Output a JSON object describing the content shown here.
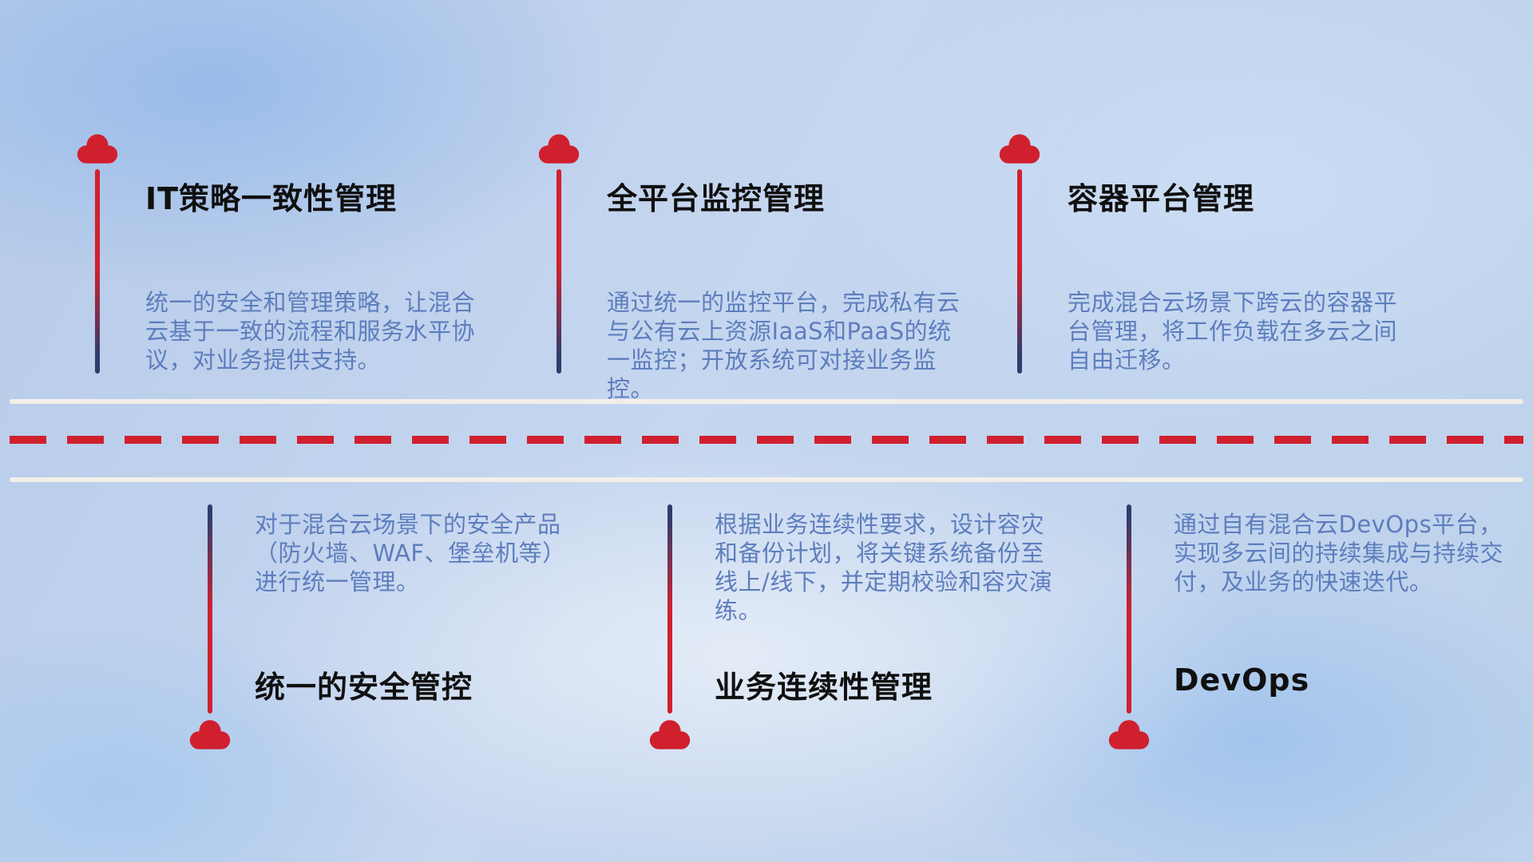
{
  "colors": {
    "cloud_red": "#d0202e",
    "line_navy": "#2e3d6e",
    "title_text": "#101010",
    "description_text": "#5d7dbd",
    "road_white": "#f2efe8",
    "dash_red": "#d0202e"
  },
  "top_items": [
    {
      "title": "IT策略一致性管理",
      "description": "统一的安全和管理策略，让混合云基于一致的流程和服务水平协议，对业务提供支持。"
    },
    {
      "title": "全平台监控管理",
      "description": "通过统一的监控平台，完成私有云与公有云上资源IaaS和PaaS的统一监控；开放系统可对接业务监控。"
    },
    {
      "title": "容器平台管理",
      "description": "完成混合云场景下跨云的容器平台管理，将工作负载在多云之间自由迁移。"
    }
  ],
  "bottom_items": [
    {
      "title": "统一的安全管控",
      "description": "对于混合云场景下的安全产品（防火墙、WAF、堡垒机等）进行统一管理。"
    },
    {
      "title": "业务连续性管理",
      "description": "根据业务连续性要求，设计容灾和备份计划，将关键系统备份至线上/线下，并定期校验和容灾演练。"
    },
    {
      "title": "DevOps",
      "description": "通过自有混合云DevOps平台，实现多云间的持续集成与持续交付，及业务的快速迭代。"
    }
  ]
}
